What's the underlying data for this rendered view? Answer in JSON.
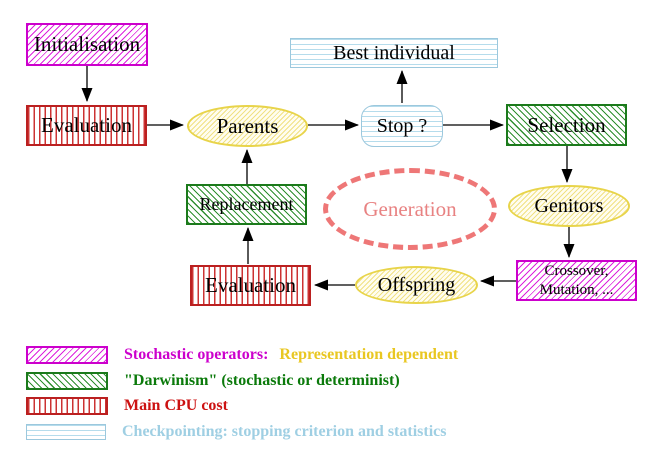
{
  "nodes": {
    "initialisation": {
      "label": "Initialisation"
    },
    "evaluation_top": {
      "label": "Evaluation"
    },
    "parents": {
      "label": "Parents"
    },
    "best_individual": {
      "label": "Best individual"
    },
    "stop": {
      "label": "Stop ?"
    },
    "selection": {
      "label": "Selection"
    },
    "replacement": {
      "label": "Replacement"
    },
    "generation": {
      "label": "Generation"
    },
    "genitors": {
      "label": "Genitors"
    },
    "evaluation_bottom": {
      "label": "Evaluation"
    },
    "offspring": {
      "label": "Offspring"
    },
    "crossover": {
      "line1": "Crossover,",
      "line2": "Mutation, ..."
    }
  },
  "legend": {
    "stochastic": {
      "term": "Stochastic operators:",
      "detail": "Representation dependent"
    },
    "darwinism": {
      "term": "\"Darwinism\" (stochastic or determinist)"
    },
    "cpu_cost": {
      "term": "Main CPU cost"
    },
    "checkpointing": {
      "term": "Checkpointing: stopping criterion and statistics"
    }
  },
  "colors": {
    "magenta": "#cc00cc",
    "green": "#1b7a1b",
    "red": "#bb2020",
    "yellow": "#e8d44a",
    "gold_text": "#e9c722",
    "cyan": "#9cc8dd",
    "salmon": "#ee7777",
    "arrow": "#000000"
  }
}
